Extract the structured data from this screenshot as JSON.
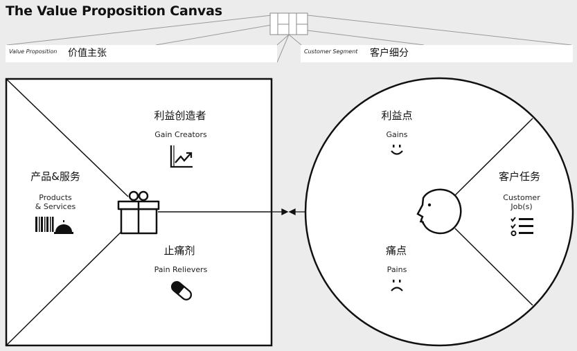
{
  "title": "The Value Proposition Canvas",
  "value_proposition": {
    "label_en": "Value Proposition",
    "label_zh": "价值主张"
  },
  "customer_segment": {
    "label_en": "Customer Segment",
    "label_zh": "客户细分"
  },
  "square": {
    "gain_creators": {
      "zh": "利益创造者",
      "en": "Gain Creators",
      "icon": "chart-up-icon"
    },
    "products_services": {
      "zh": "产品&服务",
      "en_line1": "Products",
      "en_line2": "& Services",
      "icon": "barcode-bell-icon"
    },
    "pain_relievers": {
      "zh": "止痛剂",
      "en": "Pain Relievers",
      "icon": "pill-icon"
    },
    "center_icon": "gift-icon"
  },
  "circle": {
    "gains": {
      "zh": "利益点",
      "en": "Gains",
      "icon": "smile-icon"
    },
    "customer_jobs": {
      "zh": "客户任务",
      "en_line1": "Customer",
      "en_line2": "Job(s)",
      "icon": "checklist-icon"
    },
    "pains": {
      "zh": "痛点",
      "en": "Pains",
      "icon": "frown-icon"
    },
    "center_icon": "face-icon"
  },
  "colors": {
    "background": "#ececec",
    "canvas": "#ffffff",
    "stroke": "#111111"
  }
}
